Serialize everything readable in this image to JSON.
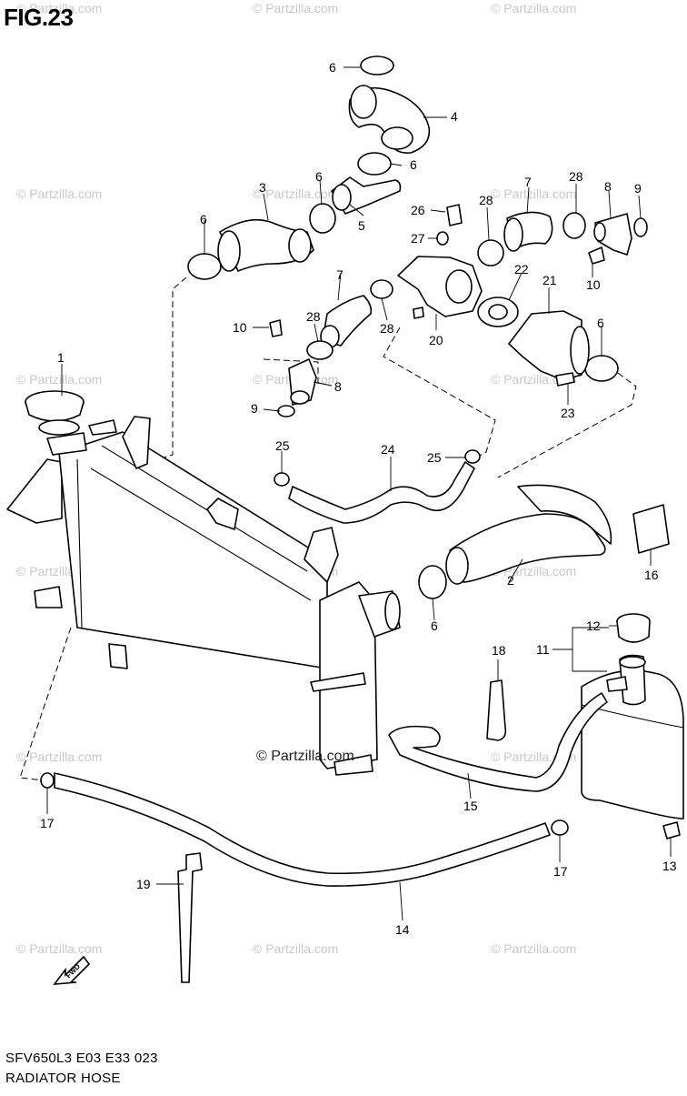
{
  "figure": {
    "title": "FIG.23",
    "model_code": "SFV650L3  E03  E33  023",
    "section_name": "RADIATOR HOSE"
  },
  "watermark": {
    "small": "© Partzilla.com",
    "center": "© Partzilla.com"
  },
  "fwd_symbol": {
    "text": "FWD",
    "icon": "fwd-arrow-icon"
  },
  "callouts": [
    "1",
    "2",
    "3",
    "4",
    "5",
    "6",
    "7",
    "8",
    "9",
    "10",
    "11",
    "12",
    "13",
    "14",
    "15",
    "16",
    "17",
    "18",
    "19",
    "20",
    "21",
    "22",
    "23",
    "24",
    "25",
    "26",
    "27",
    "28"
  ],
  "colors": {
    "line": "#000000",
    "watermark": "#c8c8c8",
    "background": "#ffffff"
  }
}
